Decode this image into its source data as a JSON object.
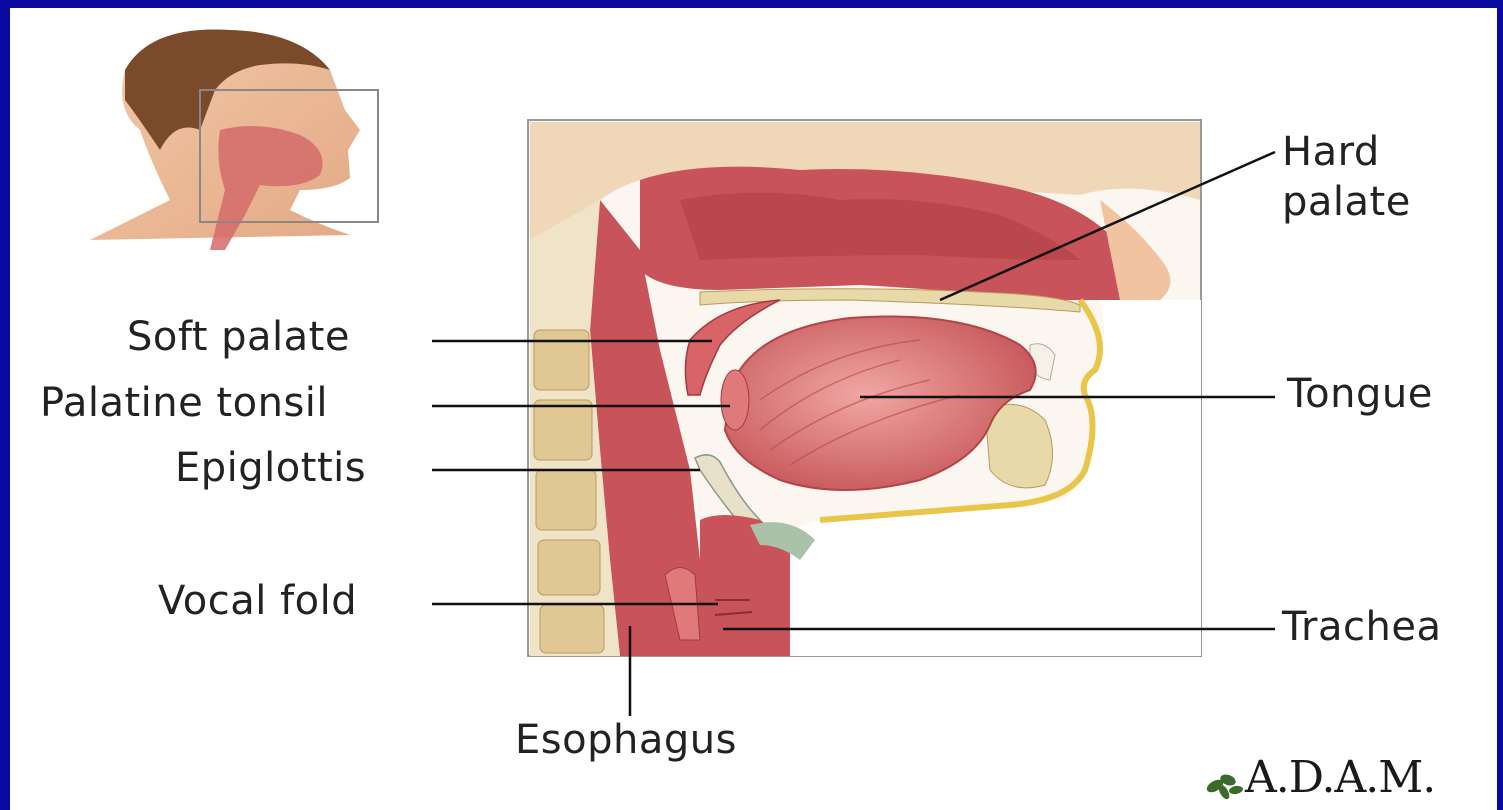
{
  "labels": {
    "hard_palate_line1": "Hard",
    "hard_palate_line2": "palate",
    "soft_palate": "Soft palate",
    "palatine_tonsil": "Palatine tonsil",
    "epiglottis": "Epiglottis",
    "vocal_fold": "Vocal fold",
    "tongue": "Tongue",
    "trachea": "Trachea",
    "esophagus": "Esophagus"
  },
  "logo": {
    "text": "A.D.A.M.",
    "leaf_icon": "leaf-icon"
  },
  "colors": {
    "border": "#0a0aa0",
    "tissue_red": "#c9535a",
    "tissue_pink": "#e89a98",
    "bone": "#e8d9a8"
  }
}
